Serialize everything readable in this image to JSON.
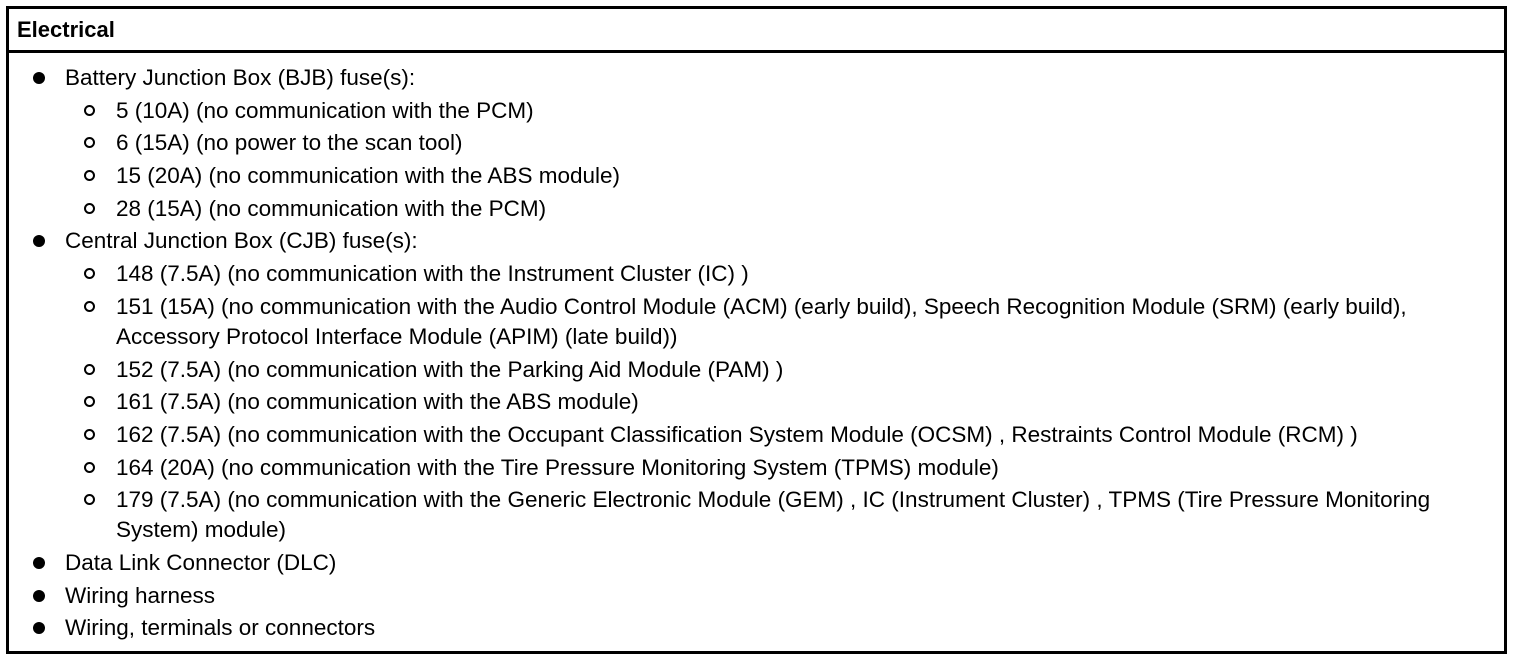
{
  "section_title": "Electrical",
  "items": [
    {
      "text": "Battery Junction Box (BJB) fuse(s):",
      "subitems": [
        "5 (10A) (no communication with the PCM)",
        "6 (15A) (no power to the scan tool)",
        "15 (20A) (no communication with the ABS module)",
        "28 (15A) (no communication with the PCM)"
      ]
    },
    {
      "text": "Central Junction Box (CJB) fuse(s):",
      "subitems": [
        "148 (7.5A) (no communication with the Instrument Cluster (IC) )",
        "151 (15A) (no communication with the Audio Control Module (ACM) (early build), Speech Recognition Module (SRM) (early build), Accessory Protocol Interface Module (APIM) (late build))",
        "152 (7.5A) (no communication with the Parking Aid Module (PAM) )",
        "161 (7.5A) (no communication with the ABS module)",
        "162 (7.5A) (no communication with the Occupant Classification System Module (OCSM) , Restraints Control Module (RCM) )",
        "164 (20A) (no communication with the Tire Pressure Monitoring System (TPMS) module)",
        "179 (7.5A) (no communication with the Generic Electronic Module (GEM) , IC (Instrument Cluster) , TPMS (Tire Pressure Monitoring System) module)"
      ]
    },
    {
      "text": "Data Link Connector (DLC)",
      "subitems": []
    },
    {
      "text": "Wiring harness",
      "subitems": []
    },
    {
      "text": "Wiring, terminals or connectors",
      "subitems": []
    }
  ]
}
